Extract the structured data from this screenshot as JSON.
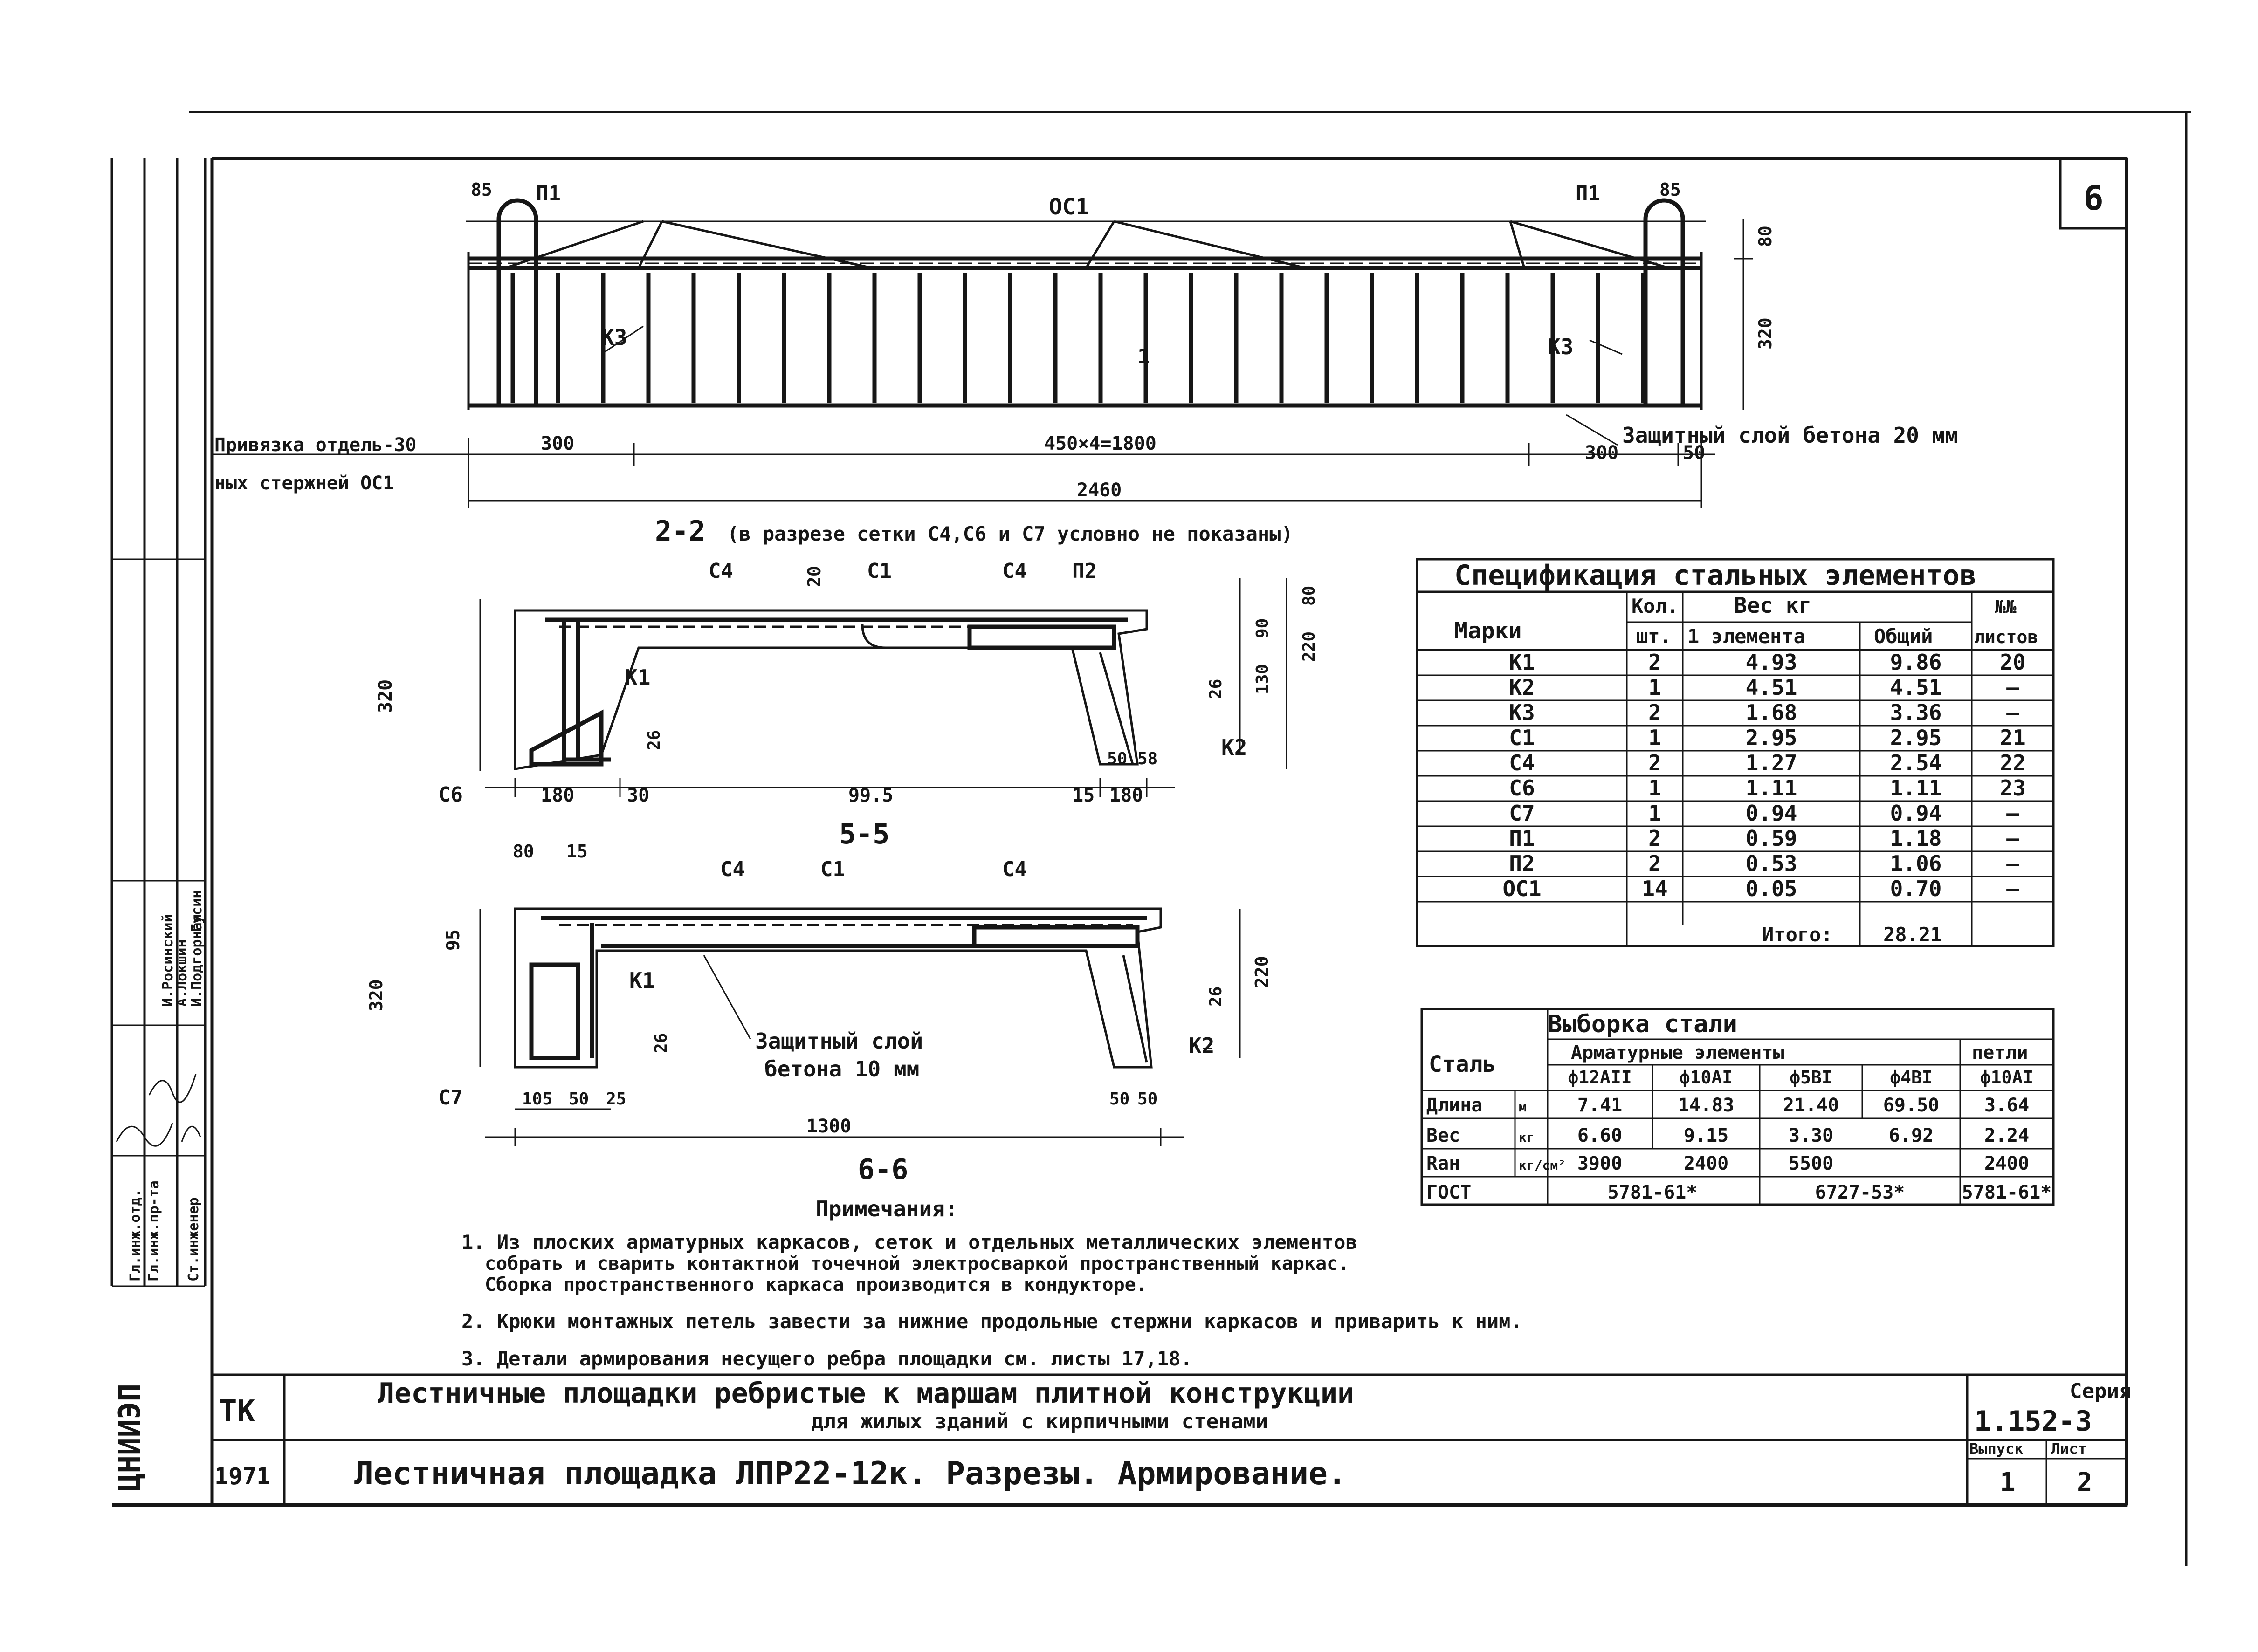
{
  "sheet": {
    "number": "6",
    "code": "ТК",
    "year": "1971",
    "title_line1": "Лестничные площадки ребристые к маршам плитной конструкции",
    "title_line2": "для жилых зданий с кирпичными стенами",
    "title_main": "Лестничная площадка ЛПР22-12к. Разрезы. Армирование.",
    "series_label": "Серия",
    "series_value": "1.152-3",
    "issue_label": "Выпуск",
    "issue_value": "1",
    "sheet_label": "Лист",
    "sheet_value": "2",
    "institute": "ЦНИИЭП"
  },
  "stamp": {
    "roles": [
      "Гл.инж.отд.",
      "Гл.инж.пр-та",
      "Ст.инженер"
    ],
    "names": [
      "И.Росинский",
      "А.Локшин",
      "Гусин",
      "И.Подгорная"
    ]
  },
  "section_top": {
    "labels": {
      "p1_left": "П1",
      "p1_right": "П1",
      "oc1": "ОС1",
      "k3_left": "К3",
      "k3_right": "К3",
      "n1": "1"
    },
    "dims": {
      "d85_left": "85",
      "d85_right": "85",
      "d80": "80",
      "d320": "320",
      "d300_left": "300",
      "d_mid": "450×4=1800",
      "d300_right": "300",
      "d50": "50",
      "d2460": "2460"
    },
    "binding_line1": "Привязка отдель-30",
    "binding_line2": "ных стержней ОС1",
    "cover_note": "Защитный слой бетона 20 мм"
  },
  "section_22": {
    "title": "2-2",
    "note": "(в разрезе сетки С4,С6 и С7 условно не показаны)",
    "labels": {
      "c4a": "С4",
      "c1": "С1",
      "c4b": "С4",
      "p2": "П2",
      "k1": "К1",
      "k2": "К2",
      "c6": "С6",
      "d20": "20"
    },
    "dims": {
      "d320": "320",
      "d80": "80",
      "d90": "90",
      "d220": "220",
      "d130": "130",
      "d26a": "26",
      "d26b": "26",
      "d180a": "180",
      "d30": "30",
      "d995": "99.5",
      "d15": "15",
      "d50": "50",
      "d58": "58",
      "d180b": "180"
    }
  },
  "section_55": {
    "title": "5-5",
    "labels": {
      "c4a": "С4",
      "c1": "С1",
      "c4b": "С4",
      "k1": "К1",
      "k2": "К2",
      "c7": "С7"
    },
    "dims": {
      "d80": "80",
      "d15": "15",
      "d95": "95",
      "d320": "320",
      "d220": "220",
      "d26a": "26",
      "d26b": "26",
      "d105": "105",
      "d50a": "50",
      "d25": "25",
      "d50b": "50",
      "d50c": "50",
      "d1300": "1300"
    },
    "cover_note1": "Защитный слой",
    "cover_note2": "бетона 10 мм"
  },
  "section_66_title": "6-6",
  "spec_table": {
    "title": "Спецификация стальных элементов",
    "h_marks": "Марки",
    "h_qty": "Кол.",
    "h_qty_unit": "шт.",
    "h_weight": "Вес кг",
    "h_w1": "1 элемента",
    "h_w2": "Общий",
    "h_sheets1": "№№",
    "h_sheets2": "листов",
    "rows": [
      [
        "К1",
        "2",
        "4.93",
        "9.86",
        "20"
      ],
      [
        "К2",
        "1",
        "4.51",
        "4.51",
        "—"
      ],
      [
        "К3",
        "2",
        "1.68",
        "3.36",
        "—"
      ],
      [
        "С1",
        "1",
        "2.95",
        "2.95",
        "21"
      ],
      [
        "С4",
        "2",
        "1.27",
        "2.54",
        "22"
      ],
      [
        "С6",
        "1",
        "1.11",
        "1.11",
        "23"
      ],
      [
        "С7",
        "1",
        "0.94",
        "0.94",
        "—"
      ],
      [
        "П1",
        "2",
        "0.59",
        "1.18",
        "—"
      ],
      [
        "П2",
        "2",
        "0.53",
        "1.06",
        "—"
      ],
      [
        "ОС1",
        "14",
        "0.05",
        "0.70",
        "—"
      ]
    ],
    "total_label": "Итого:",
    "total_value": "28.21"
  },
  "steel_table": {
    "title": "Выборка стали",
    "h_steel": "Сталь",
    "h_arm": "Арматурные элементы",
    "h_loops": "петли",
    "cols": [
      "ф12АII",
      "ф10АI",
      "ф5ВI",
      "ф4ВI",
      "ф10АI"
    ],
    "rows": [
      {
        "label": "Длина",
        "unit": "м",
        "values": [
          "7.41",
          "14.83",
          "21.40",
          "69.50",
          "3.64"
        ]
      },
      {
        "label": "Вес",
        "unit": "кг",
        "values": [
          "6.60",
          "9.15",
          "3.30",
          "6.92",
          "2.24"
        ]
      },
      {
        "label": "Rан",
        "unit": "кг/см²",
        "values": [
          "3900",
          "2400",
          "5500",
          "",
          "2400"
        ]
      },
      {
        "label": "ГОСТ",
        "unit": "",
        "values": [
          "5781-61*",
          "",
          "6727-53*",
          "",
          "5781-61*"
        ]
      }
    ]
  },
  "notes": {
    "title": "Примечания:",
    "n1_line1": "1. Из плоских арматурных каркасов, сеток и отдельных металлических элементов",
    "n1_line2": "собрать и сварить контактной точечной электросваркой пространственный каркас.",
    "n1_line3": "Сборка пространственного каркаса производится в кондукторе.",
    "n2": "2. Крюки монтажных петель завести за нижние продольные стержни каркасов и приварить к ним.",
    "n3": "3. Детали армирования несущего ребра площадки см. листы 17,18."
  }
}
